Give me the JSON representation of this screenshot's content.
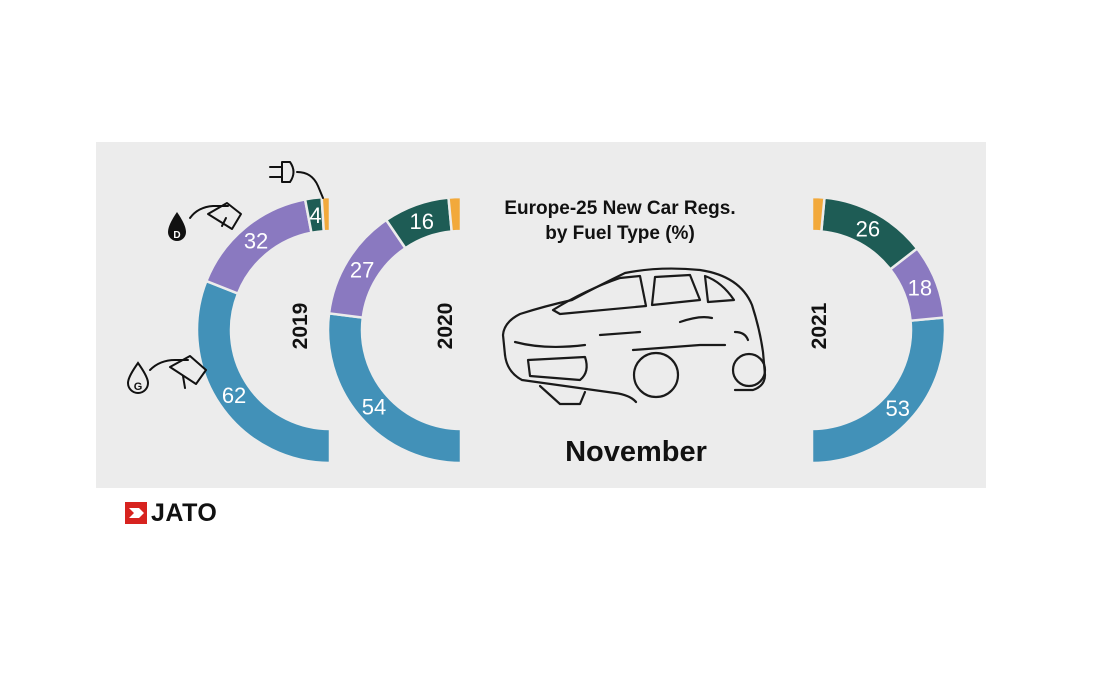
{
  "chart_data": {
    "type": "donut-arcs",
    "title": "Europe-25 New Car Regs.",
    "subtitle": "by Fuel Type (%)",
    "month": "November",
    "series_colors": {
      "petrol": "#4291b8",
      "diesel": "#8a79c0",
      "electric": "#1e5c55",
      "other": "#f2a93b"
    },
    "series_icons": {
      "petrol": "petrol-pump-icon",
      "diesel": "diesel-pump-icon",
      "electric": "plug-icon"
    },
    "years": [
      {
        "label": "2019",
        "values": {
          "petrol": 62,
          "diesel": 32,
          "electric": 4,
          "other": 2
        },
        "labels": {
          "petrol": "62",
          "diesel": "32",
          "electric": "4"
        }
      },
      {
        "label": "2020",
        "values": {
          "petrol": 54,
          "diesel": 27,
          "electric": 16,
          "other": 3
        },
        "labels": {
          "petrol": "54",
          "diesel": "27",
          "electric": "16"
        }
      },
      {
        "label": "2021",
        "values": {
          "petrol": 53,
          "diesel": 18,
          "electric": 26,
          "other": 3
        },
        "labels": {
          "petrol": "53",
          "diesel": "18",
          "electric": "26"
        }
      }
    ]
  },
  "icons": {
    "car": "car-outline-icon",
    "logo_mark": "jato-logo-icon"
  },
  "logo": {
    "text": "JATO",
    "color": "#d7231f"
  }
}
